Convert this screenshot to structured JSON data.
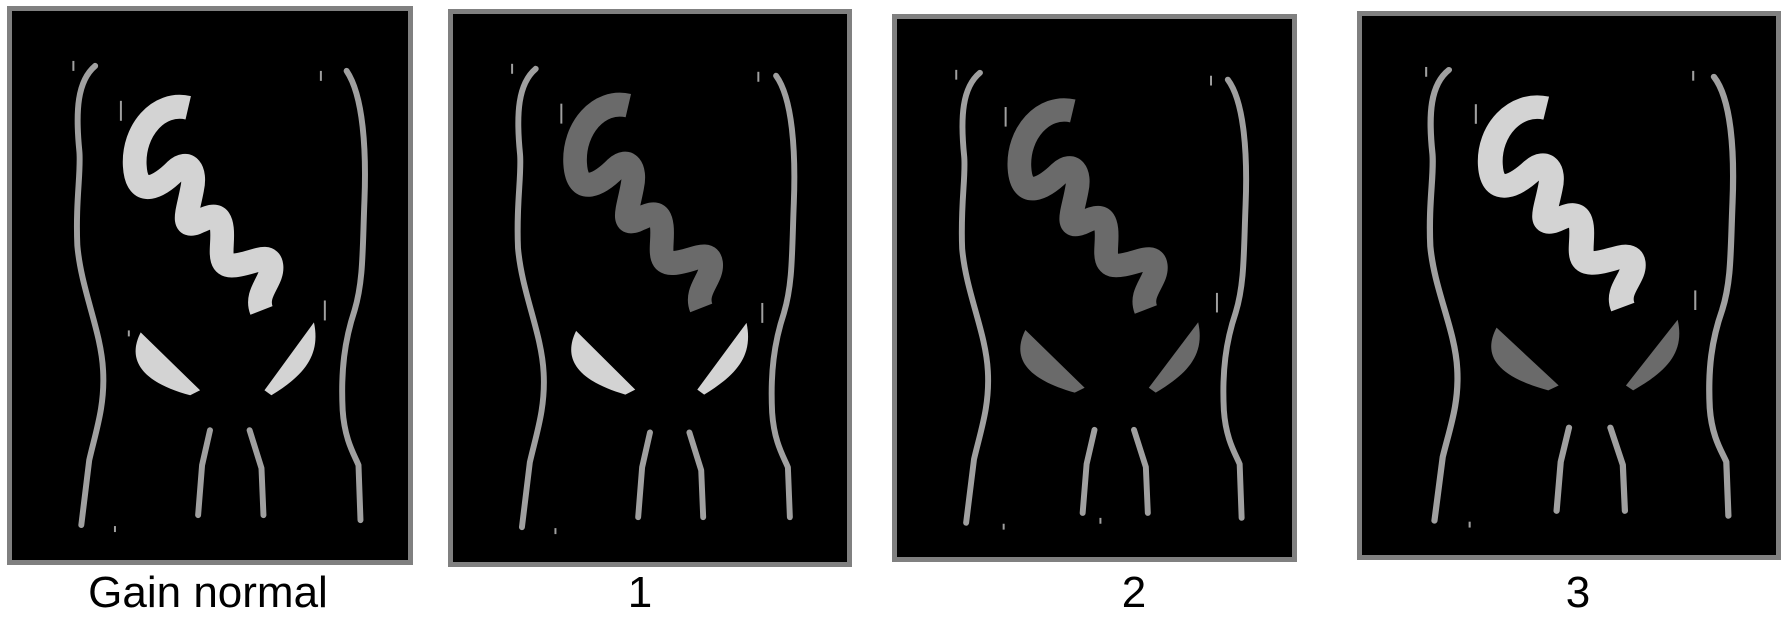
{
  "panels": [
    {
      "caption": "Gain normal",
      "bowel_shade": "#d3d3d3",
      "ovary_shade": "#d3d3d3"
    },
    {
      "caption": "1",
      "bowel_shade": "#6a6a6a",
      "ovary_shade": "#d3d3d3"
    },
    {
      "caption": "2",
      "bowel_shade": "#6a6a6a",
      "ovary_shade": "#6a6a6a"
    },
    {
      "caption": "3",
      "bowel_shade": "#d3d3d3",
      "ovary_shade": "#6a6a6a"
    }
  ],
  "colors": {
    "background": "#000000",
    "frame": "#808080",
    "outline": "#a0a0a0"
  }
}
